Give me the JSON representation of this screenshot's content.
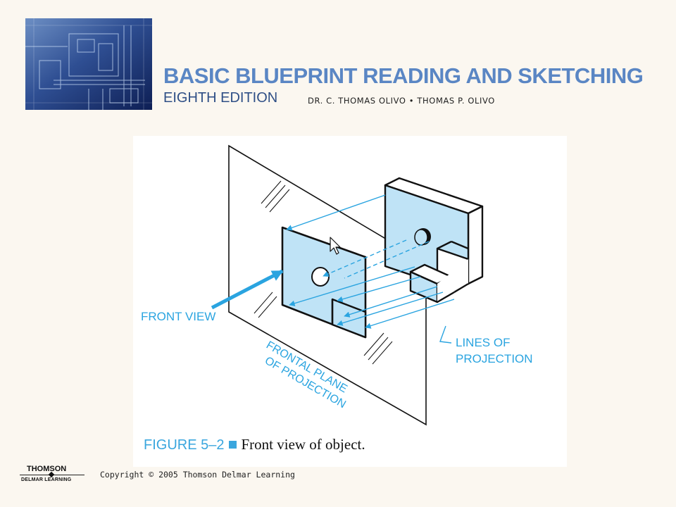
{
  "header": {
    "title": "BASIC BLUEPRINT READING AND SKETCHING",
    "edition": "EIGHTH EDITION",
    "authors": "DR. C. THOMAS OLIVO • THOMAS P. OLIVO"
  },
  "figure": {
    "labels": {
      "front_view": "FRONT VIEW",
      "lines_of_projection_1": "LINES OF",
      "lines_of_projection_2": "PROJECTION",
      "frontal_plane_1": "FRONTAL PLANE",
      "frontal_plane_2": "OF PROJECTION"
    },
    "caption_number": "FIGURE 5–2",
    "caption_text": "Front view of object."
  },
  "footer": {
    "logo_name": "THOMSON",
    "logo_sub": "DELMAR LEARNING",
    "copyright": "Copyright © 2005 Thomson Delmar Learning"
  },
  "colors": {
    "title_blue": "#5a86c4",
    "accent_cyan": "#3aa6de",
    "face_fill": "#bfe3f6"
  }
}
